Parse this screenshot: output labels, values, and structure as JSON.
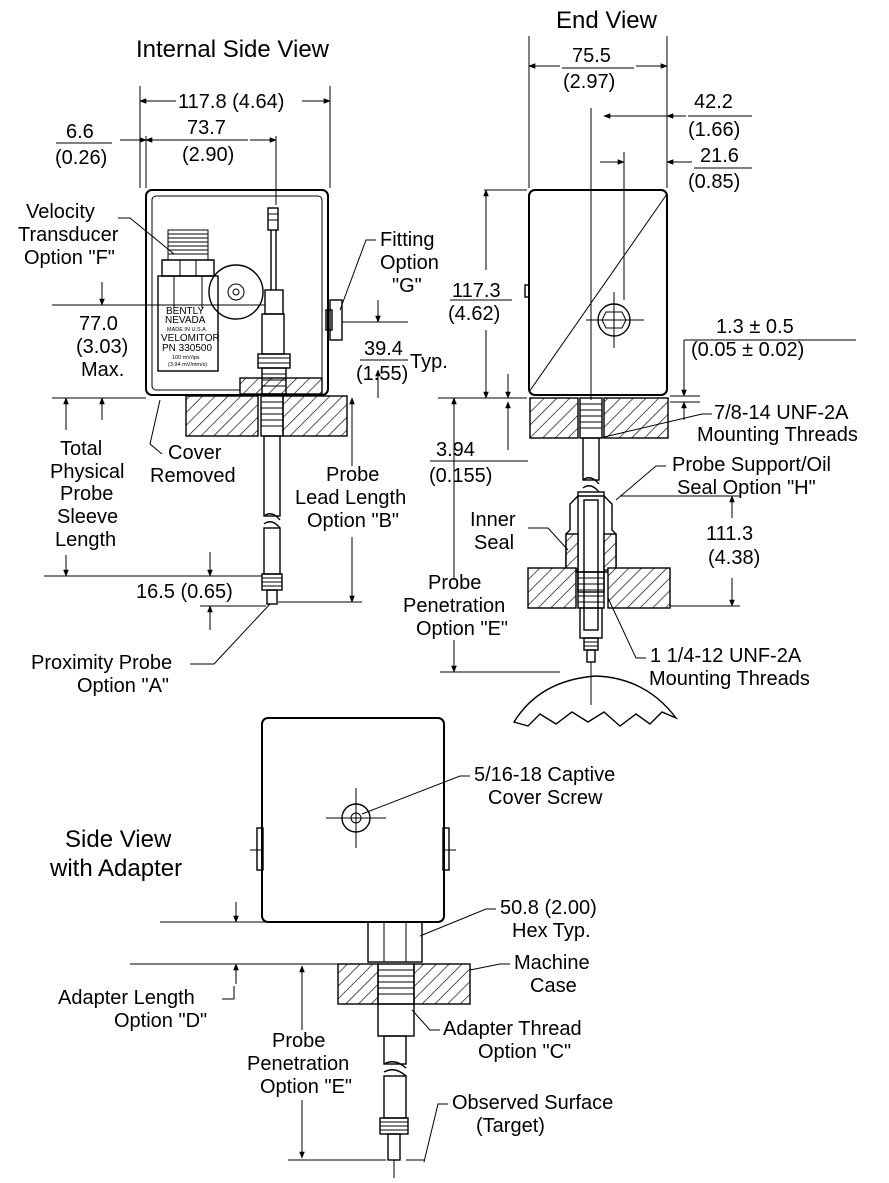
{
  "titles": {
    "internal_side_view": "Internal Side View",
    "end_view": "End View",
    "side_view_adapter_1": "Side View",
    "side_view_adapter_2": "with Adapter"
  },
  "internal": {
    "dim_total_width": "117.8 (4.64)",
    "dim_66": "6.6",
    "dim_66_in": "(0.26)",
    "dim_737": "73.7",
    "dim_737_in": "(2.90)",
    "velocity_1": "Velocity",
    "velocity_2": "Transducer",
    "velocity_3": "Option \"F\"",
    "fitting_1": "Fitting",
    "fitting_2": "Option",
    "fitting_3": "\"G\"",
    "dim_770": "77.0",
    "dim_770_in": "(3.03)",
    "dim_770_max": "Max.",
    "dim_394": "39.4",
    "dim_394_in": "(1.55)",
    "dim_394_typ": "Typ.",
    "cover_1": "Cover",
    "cover_2": "Removed",
    "total_1": "Total",
    "total_2": "Physical",
    "total_3": "Probe",
    "total_4": "Sleeve",
    "total_5": "Length",
    "probe_lead_1": "Probe",
    "probe_lead_2": "Lead Length",
    "probe_lead_3": "Option \"B\"",
    "dim_165": "16.5 (0.65)",
    "prox_1": "Proximity Probe",
    "prox_2": "Option \"A\"",
    "label_bently": "BENTLY",
    "label_nevada": "NEVADA",
    "label_made": "MADE IN U.S.A.",
    "label_velomitor": "VELOMITOR",
    "label_pn": "PN 330500",
    "label_mv": "100 mV/ips",
    "label_mv2": "(3.94 mV/mm/s)"
  },
  "end": {
    "dim_755": "75.5",
    "dim_755_in": "(2.97)",
    "dim_422": "42.2",
    "dim_422_in": "(1.66)",
    "dim_216": "21.6",
    "dim_216_in": "(0.85)",
    "dim_1173": "117.3",
    "dim_1173_in": "(4.62)",
    "dim_13": "1.3 ± 0.5",
    "dim_13_in": "(0.05 ± 0.02)",
    "thread_78_1": "7/8-14 UNF-2A",
    "thread_78_2": "Mounting Threads",
    "dim_394": "3.94",
    "dim_394_in": "(0.155)",
    "support_1": "Probe Support/Oil",
    "support_2": "Seal Option \"H\"",
    "inner_1": "Inner",
    "inner_2": "Seal",
    "dim_1113": "111.3",
    "dim_1113_in": "(4.38)",
    "penetration_1": "Probe",
    "penetration_2": "Penetration",
    "penetration_3": "Option \"E\"",
    "thread_114_1": "1 1/4-12 UNF-2A",
    "thread_114_2": "Mounting Threads"
  },
  "adapter": {
    "screw_1": "5/16-18 Captive",
    "screw_2": "Cover Screw",
    "hex_1": "50.8 (2.00)",
    "hex_2": "Hex Typ.",
    "machine_1": "Machine",
    "machine_2": "Case",
    "adapter_len_1": "Adapter Length",
    "adapter_len_2": "Option \"D\"",
    "adapter_thread_1": "Adapter Thread",
    "adapter_thread_2": "Option \"C\"",
    "penetration_1": "Probe",
    "penetration_2": "Penetration",
    "penetration_3": "Option \"E\"",
    "observed_1": "Observed Surface",
    "observed_2": "(Target)"
  }
}
